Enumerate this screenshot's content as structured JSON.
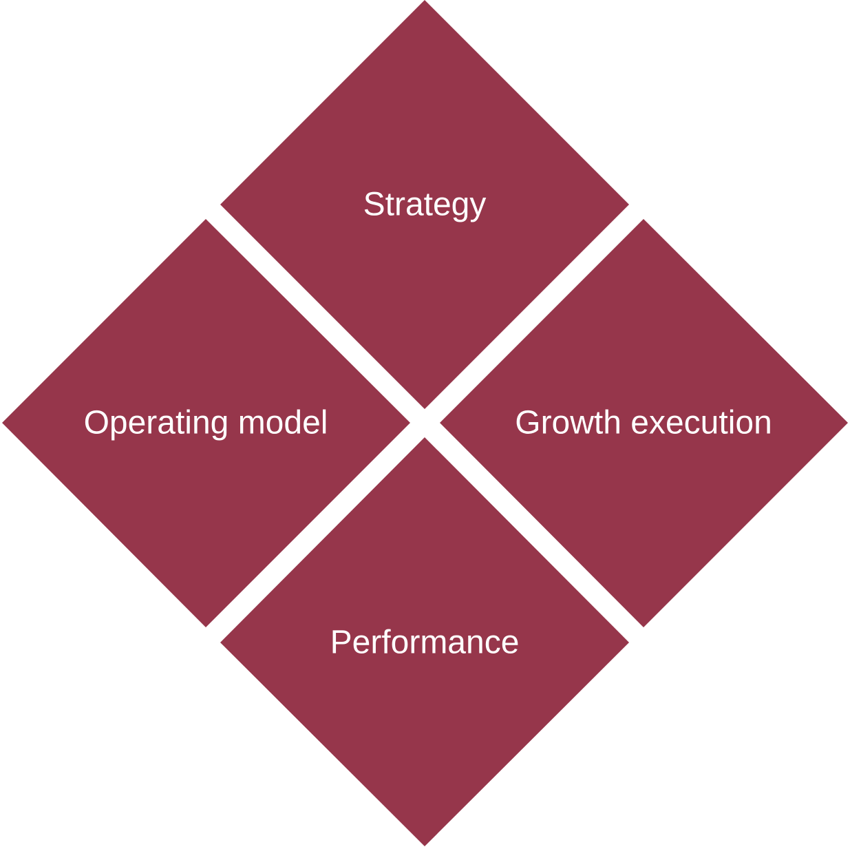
{
  "diagram": {
    "tile_color": "#96364b",
    "label_color": "#ffffff",
    "background_color": "#ffffff",
    "tiles": {
      "top": {
        "label": "Strategy"
      },
      "left": {
        "label": "Operating model"
      },
      "right": {
        "label": "Growth execution"
      },
      "bottom": {
        "label": "Performance"
      }
    }
  }
}
